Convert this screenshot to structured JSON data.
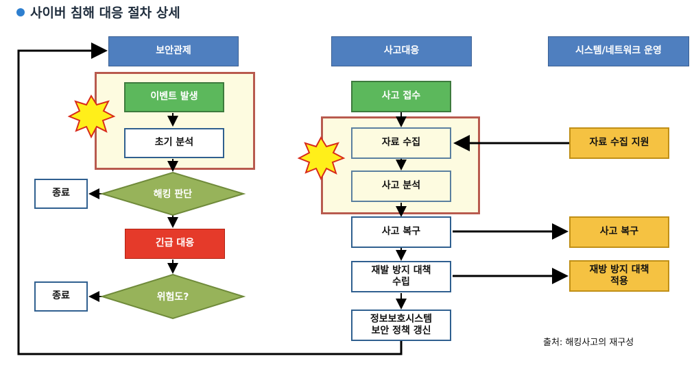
{
  "title": "사이버 침해 대응 절차 상세",
  "headers": {
    "security": "보안관제",
    "incident": "사고대응",
    "ops": "시스템/네트워크 운영"
  },
  "left": {
    "event": "이벤트 발생",
    "initial": "초기 분석",
    "hack_decision": "해킹 판단",
    "end1": "종료",
    "emergency": "긴급 대응",
    "risk": "위험도?",
    "end2": "종료"
  },
  "middle": {
    "receipt": "사고 접수",
    "collect": "자료 수집",
    "analysis": "사고 분석",
    "recovery": "사고 복구",
    "prevent_plan": "재발 방지 대책\n수립",
    "policy_update": "정보보호시스템\n보안 정책 갱신"
  },
  "right": {
    "collect_support": "자료 수집 지원",
    "recovery": "사고 복구",
    "prevent_apply": "재방 방지 대책\n적용"
  },
  "source": "출처: 해킹사고의 재구성",
  "colors": {
    "header": "#4f7fbf",
    "green": "#5cb85c",
    "yellow": "#f5c242",
    "red": "#e53a2a",
    "frame": "#b85a4e",
    "diamond": "#97b35a"
  }
}
